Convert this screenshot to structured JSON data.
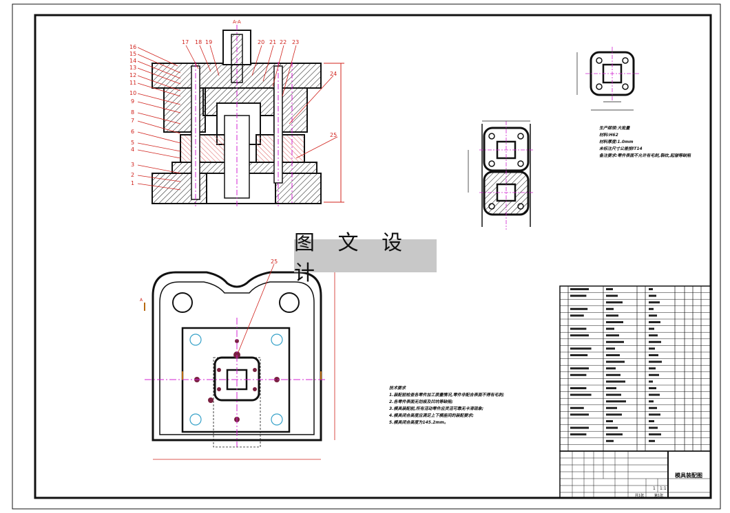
{
  "banner": "图 文 设 计",
  "section_label": "A-A",
  "part_numbers_left": [
    "16",
    "15",
    "14",
    "13",
    "12",
    "11",
    "10",
    "9",
    "8",
    "7",
    "6",
    "5",
    "4",
    "3",
    "2",
    "1"
  ],
  "part_numbers_top": [
    "17",
    "18",
    "19",
    "20",
    "21",
    "22",
    "23"
  ],
  "part_numbers_right": [
    "24",
    "25"
  ],
  "plan_part_number": "25",
  "plan_section_mark": "A",
  "material_spec": {
    "line1": "生产纲领:大批量",
    "line2": "材料:H62",
    "line3": "材料厚度:1.0mm",
    "line4": "未标注尺寸公差按IT14",
    "line5": "备注要求:零件表面不允许有毛刺,裂纹,起皱等缺陷"
  },
  "tech_requirements": {
    "heading": "技术要求",
    "items": [
      "1.装配前检查各零件加工质量情况,零件非配合表面不得有毛刺;",
      "2.各零件表面无划痕及凹坑等缺陷;",
      "3.模具装配前,所有活动零件应灵活可靠无卡滞现象;",
      "4.模具闭合高度应满足上下模座间的装配要求;",
      "5.模具闭合高度为145.2mm。"
    ]
  },
  "title_block": {
    "drawing_title": "模具装配图",
    "scale": "1:1",
    "sheet_count": "共1张",
    "sheet_index": "第1张",
    "quantity": "1"
  },
  "colors": {
    "line": "#111111",
    "red": "#d0201a",
    "magenta": "#d020d0",
    "cyan": "#34a0c8",
    "hatch_pink": "#e07070",
    "banner_bg": "#c8c8c8"
  }
}
